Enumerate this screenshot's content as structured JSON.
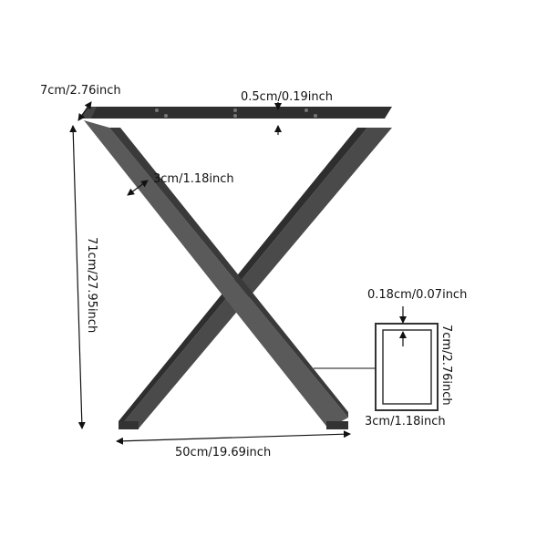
{
  "dimensions": {
    "top_depth": "7cm/2.76inch",
    "plate_thickness": "0.5cm/0.19inch",
    "tube_width": "3cm/1.18inch",
    "height": "71cm/27.95inch",
    "base_width": "50cm/19.69inch"
  },
  "profile": {
    "wall_thickness": "0.18cm/0.07inch",
    "tube_height": "7cm/2.76inch",
    "tube_width": "3cm/1.18inch"
  },
  "colors": {
    "metal_dark": "#3c3c3c",
    "metal_mid": "#5a5a5a",
    "metal_light": "#7c7c7c",
    "line": "#111111"
  }
}
